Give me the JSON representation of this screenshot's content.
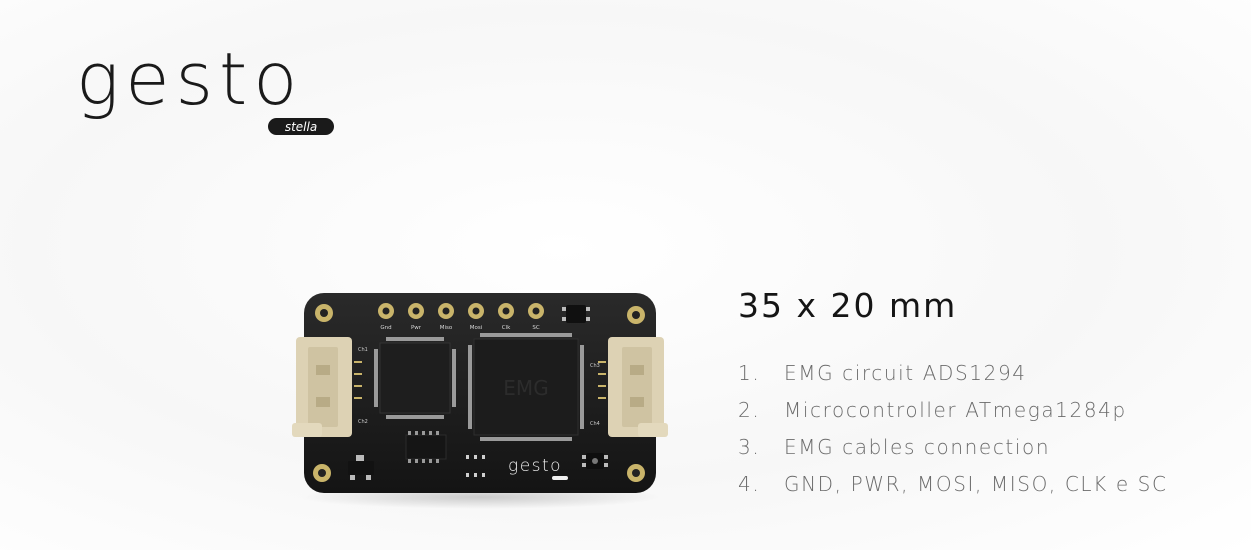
{
  "logo": {
    "brand": "gesto",
    "sub": "stella"
  },
  "board": {
    "pin_labels": [
      "Gnd",
      "Pwr",
      "Miso",
      "Mosi",
      "Clk",
      "SC"
    ],
    "connector_labels_left": [
      "Ch1",
      "Ch2"
    ],
    "connector_labels_right": [
      "Ch3",
      "Ch4"
    ],
    "chip_label": "EMG",
    "silkscreen_brand": "gesto",
    "colors": {
      "pcb": "#1b1b1b",
      "gold": "#c9b46a",
      "connector": "#ddd2b4"
    }
  },
  "spec": {
    "title": "35 x 20 mm",
    "items": [
      {
        "num": "1.",
        "text": "EMG circuit ADS1294"
      },
      {
        "num": "2.",
        "text": "Microcontroller ATmega1284p"
      },
      {
        "num": "3.",
        "text": "EMG cables connection"
      },
      {
        "num": "4.",
        "text": "GND, PWR, MOSI, MISO, CLK e SC"
      }
    ]
  }
}
